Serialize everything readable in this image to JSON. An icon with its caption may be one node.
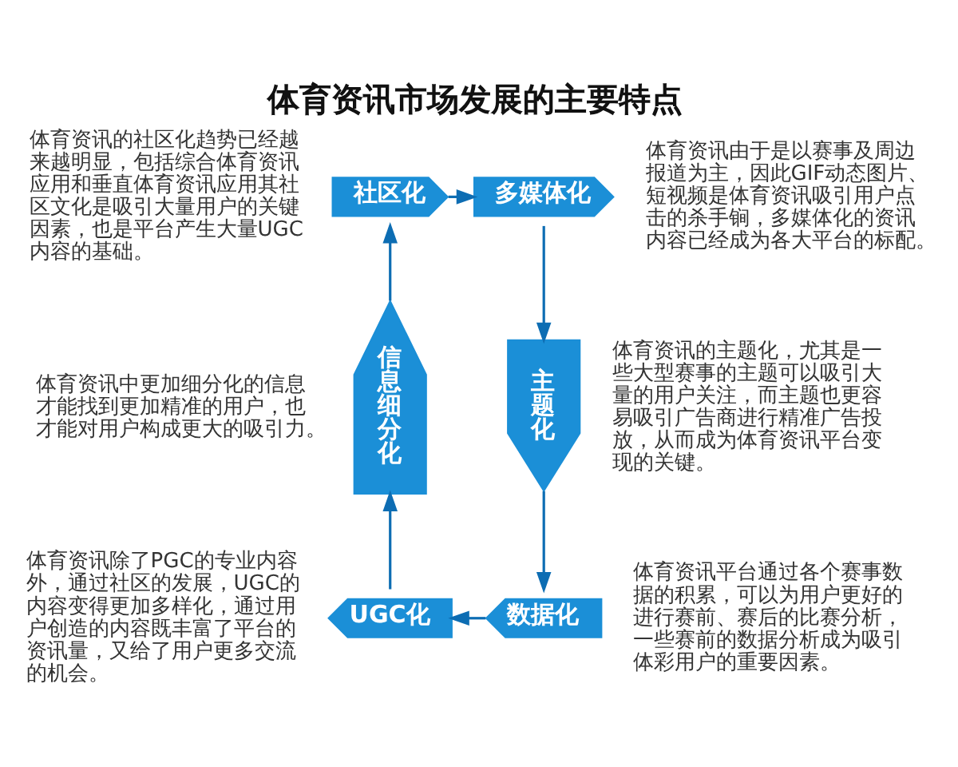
{
  "diagram": {
    "title": "体育资讯市场发展的主要特点",
    "nodes": [
      {
        "text": [
          "社区化"
        ],
        "beside": [
          "体育资讯的社区化趋势已经越来越明显，包括综合体育资讯应用和垂直体育资讯应用其社区文化是吸引大量用户的关键因素，也是平台产生大量UGC内容的基础。"
        ]
      },
      {
        "text": [
          "多媒体化"
        ],
        "beside": [
          "体育资讯由于是以赛事及周边报道为主，因此GIF动态图片、短视频是体育资讯吸引用户点击的杀手锏，多媒体化的资讯内容已经成为各大平台的标配。"
        ]
      },
      {
        "text": [
          "主题化"
        ],
        "beside": [
          "体育资讯的主题化，尤其是一些大型赛事的主题可以吸引大量的用户关注，而主题也更容易吸引广告商进行精准广告投放，从而成为体育资讯平台变现的关键。"
        ]
      },
      {
        "text": [
          "数据化"
        ],
        "beside": [
          "体育资讯平台通过各个赛事数据的积累，可以为用户更好的进行赛前、赛后的比赛分析，一些赛前的数据分析成为吸引体彩用户的重要因素。"
        ]
      },
      {
        "text": [
          "UGC化"
        ],
        "beside": [
          "体育资讯除了PGC的专业内容外，通过社区的发展，UGC的内容变得更加多样化，通过用户创造的内容既丰富了平台的资讯量，又给了用户更多交流的机会。"
        ]
      },
      {
        "text": [
          "信息细分化"
        ],
        "beside": [
          "体育资讯中更加细分化的信息才能找到更加精准的用户，也才能对用户构成更大的吸引力。"
        ]
      }
    ],
    "edges": [
      {
        "from": 0,
        "to": 1,
        "arrow": "to"
      },
      {
        "from": 1,
        "to": 2,
        "arrow": "to"
      },
      {
        "from": 2,
        "to": 3,
        "arrow": "to"
      },
      {
        "from": 3,
        "to": 4,
        "arrow": "to"
      },
      {
        "from": 4,
        "to": 5,
        "arrow": "to"
      },
      {
        "from": 5,
        "to": 0,
        "arrow": "to"
      }
    ]
  }
}
